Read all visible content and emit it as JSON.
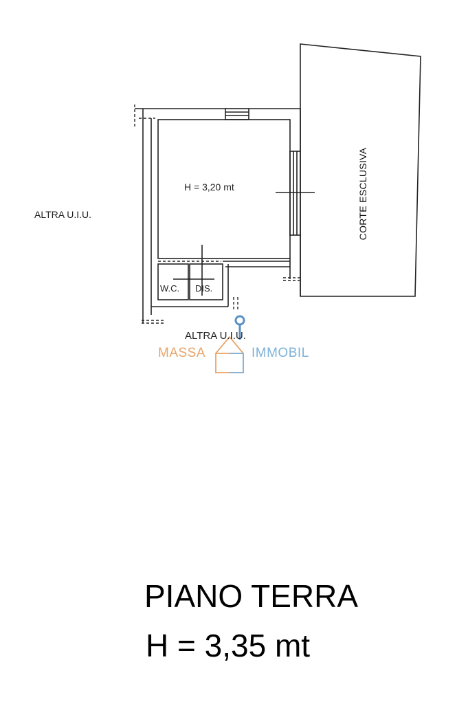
{
  "labels": {
    "neighbor_left": "ALTRA U.I.U.",
    "neighbor_bottom": "ALTRA U.I.U.",
    "room_height": "H = 3,20 mt",
    "wc": "W.C.",
    "dis": "DIS.",
    "courtyard": "CORTE ESCLUSIVA"
  },
  "watermark": {
    "left_word": "MASSA",
    "right_word": "IMMOBIL",
    "left_color": "#e8a56a",
    "right_color": "#7fb2d8",
    "pin_color": "#5b8fc4",
    "icon": "house-pin-icon"
  },
  "title": {
    "floor": "PIANO TERRA",
    "height": "H = 3,35 mt"
  }
}
